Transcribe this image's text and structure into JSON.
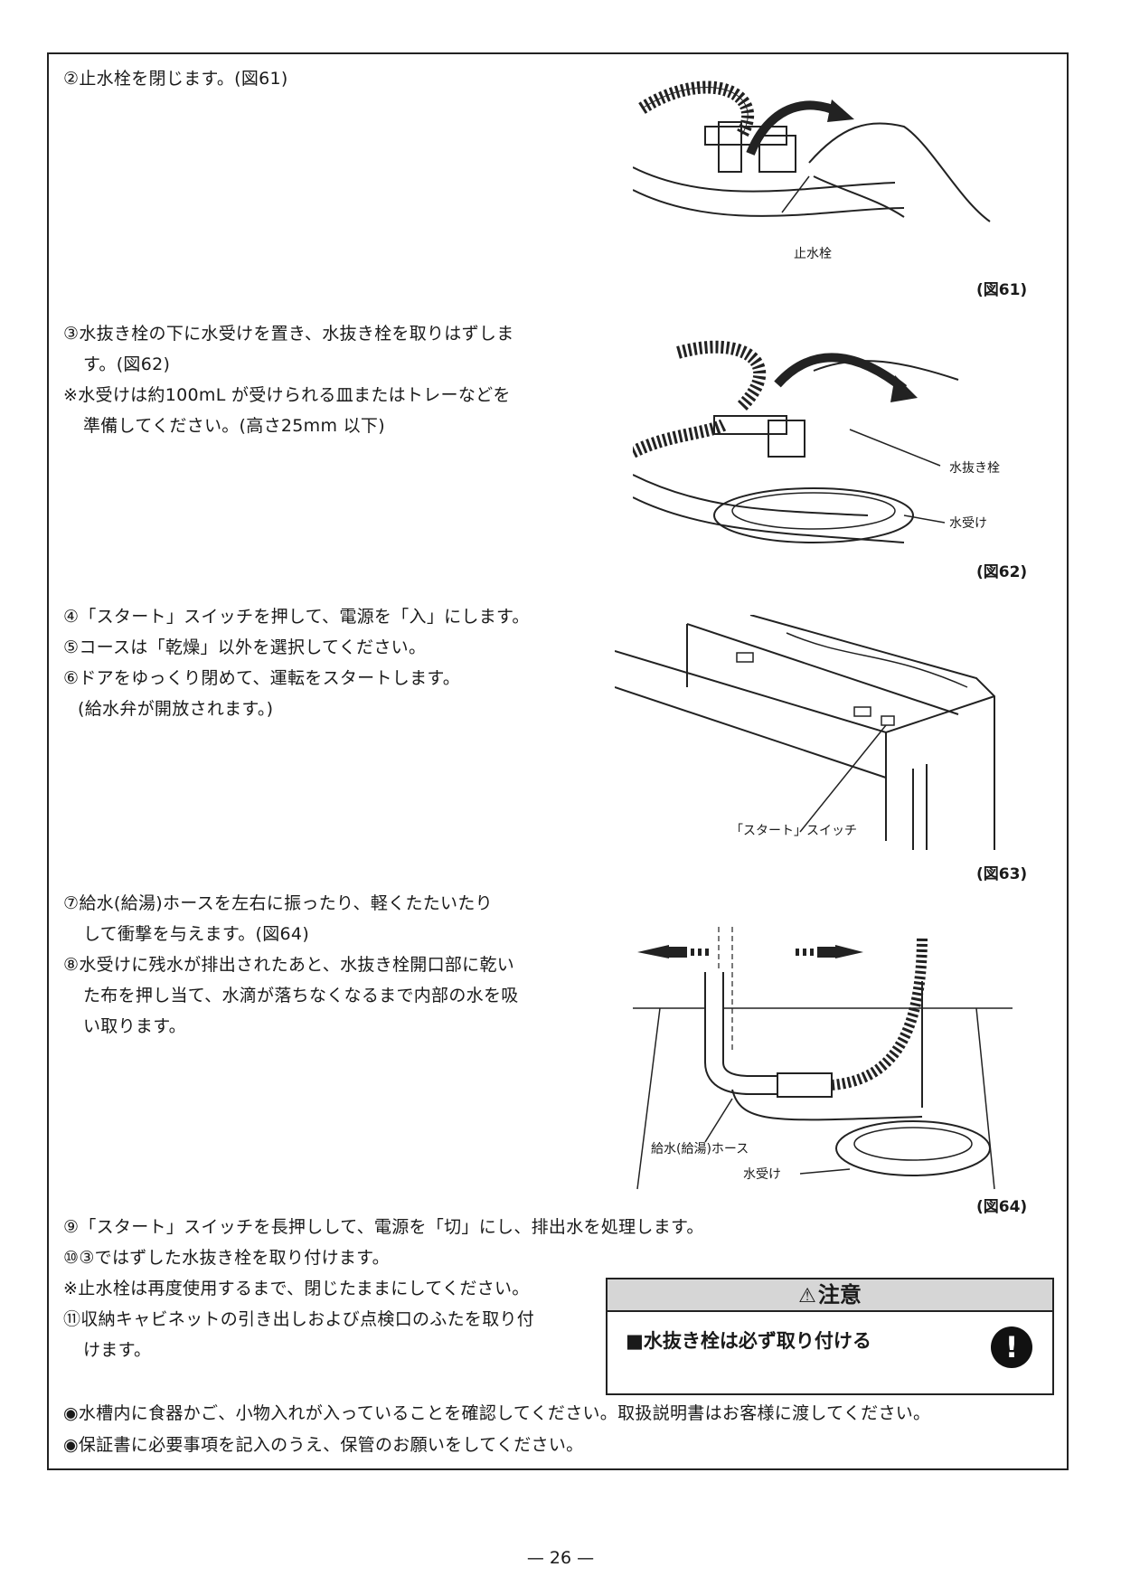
{
  "steps": {
    "s2": "②止水栓を閉じます。(図61)",
    "s3_l1": "③水抜き栓の下に水受けを置き、水抜き栓を取りはずしま",
    "s3_l2": "す。(図62)",
    "note1_l1": "※水受けは約100mL が受けられる皿またはトレーなどを",
    "note1_l2": "準備してください。(高さ25mm 以下)",
    "s4": "④「スタート」スイッチを押して、電源を「入」にします。",
    "s5": "⑤コースは「乾燥」以外を選択してください。",
    "s6": "⑥ドアをゆっくり閉めて、運転をスタートします。",
    "s6_sub": "(給水弁が開放されます。)",
    "s7_l1": "⑦給水(給湯)ホースを左右に振ったり、軽くたたいたり",
    "s7_l2": "して衝撃を与えます。(図64)",
    "s8_l1": "⑧水受けに残水が排出されたあと、水抜き栓開口部に乾い",
    "s8_l2": "た布を押し当て、水滴が落ちなくなるまで内部の水を吸",
    "s8_l3": "い取ります。",
    "s9": "⑨「スタート」スイッチを長押しして、電源を「切」にし、排出水を処理します。",
    "s10": "⑩③ではずした水抜き栓を取り付けます。",
    "note2": "※止水栓は再度使用するまで、閉じたままにしてください。",
    "s11_l1": "⑪収納キャビネットの引き出しおよび点検口のふたを取り付",
    "s11_l2": "けます。"
  },
  "figures": {
    "fig61": {
      "label": "(図61)",
      "callout": "止水栓"
    },
    "fig62": {
      "label": "(図62)",
      "callout_drain": "水抜き栓",
      "callout_tray": "水受け"
    },
    "fig63": {
      "label": "(図63)",
      "callout_switch": "「スタート」スイッチ"
    },
    "fig64": {
      "label": "(図64)",
      "callout_hose": "給水(給湯)ホース",
      "callout_tray": "水受け"
    }
  },
  "caution": {
    "title": "注意",
    "body": "■水抜き栓は必ず取り付ける"
  },
  "footer": {
    "bullet1": "◉水槽内に食器かご、小物入れが入っていることを確認してください。取扱説明書はお客様に渡してください。",
    "bullet2": "◉保証書に必要事項を記入のうえ、保管のお願いをしてください。"
  },
  "page_number": "— 26 —"
}
